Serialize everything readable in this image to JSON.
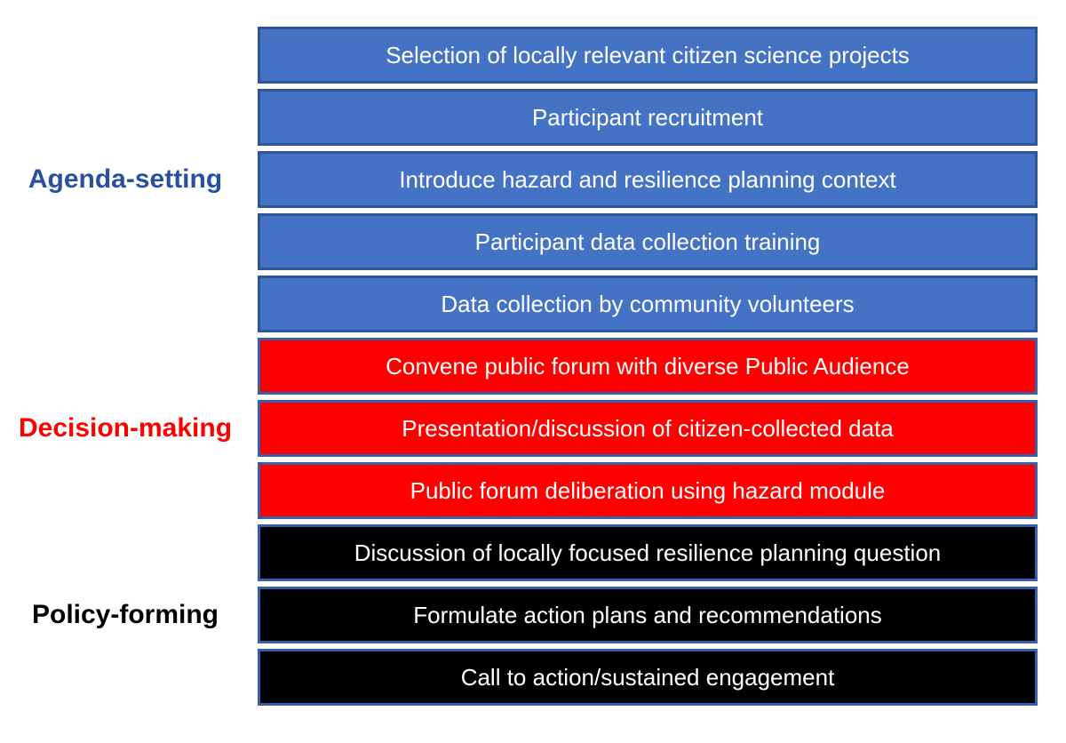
{
  "diagram": {
    "title": "citizen-science-deliberation-process",
    "background_color": "#ffffff",
    "step_text_color": "#ffffff",
    "phases": [
      {
        "id": "agenda-setting",
        "label": "Agenda-setting",
        "label_color": "#27519e",
        "box_fill": "#4472c4",
        "box_border": "#2f5597",
        "steps": [
          "Selection of locally relevant citizen science projects",
          "Participant recruitment",
          "Introduce hazard and resilience planning context",
          "Participant data collection training",
          "Data collection by community volunteers"
        ]
      },
      {
        "id": "decision-making",
        "label": "Decision-making",
        "label_color": "#ff0000",
        "box_fill": "#ff0000",
        "box_border": "#3a5fa9",
        "steps": [
          "Convene public forum with diverse Public Audience",
          "Presentation/discussion of citizen-collected data",
          "Public forum deliberation using hazard module"
        ]
      },
      {
        "id": "policy-forming",
        "label": "Policy-forming",
        "label_color": "#000000",
        "box_fill": "#000000",
        "box_border": "#3a5fa9",
        "steps": [
          "Discussion of locally focused resilience planning question",
          "Formulate action plans and recommendations",
          "Call to action/sustained engagement"
        ]
      }
    ]
  }
}
